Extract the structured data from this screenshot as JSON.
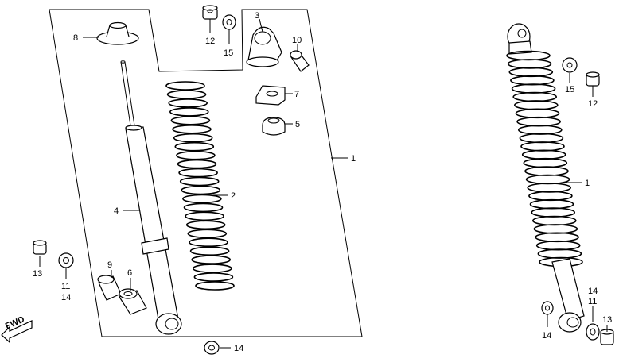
{
  "labels": {
    "l1a": "1",
    "l1b": "1",
    "l2": "2",
    "l3": "3",
    "l4": "4",
    "l5": "5",
    "l6": "6",
    "l7": "7",
    "l8": "8",
    "l9": "9",
    "l10": "10",
    "l11a": "11",
    "l11b": "11",
    "l12a": "12",
    "l12b": "12",
    "l13a": "13",
    "l13b": "13",
    "l14a": "14",
    "l14b": "14",
    "l14c": "14",
    "l14d": "14",
    "l15a": "15",
    "l15b": "15",
    "fwd": "FWD"
  }
}
